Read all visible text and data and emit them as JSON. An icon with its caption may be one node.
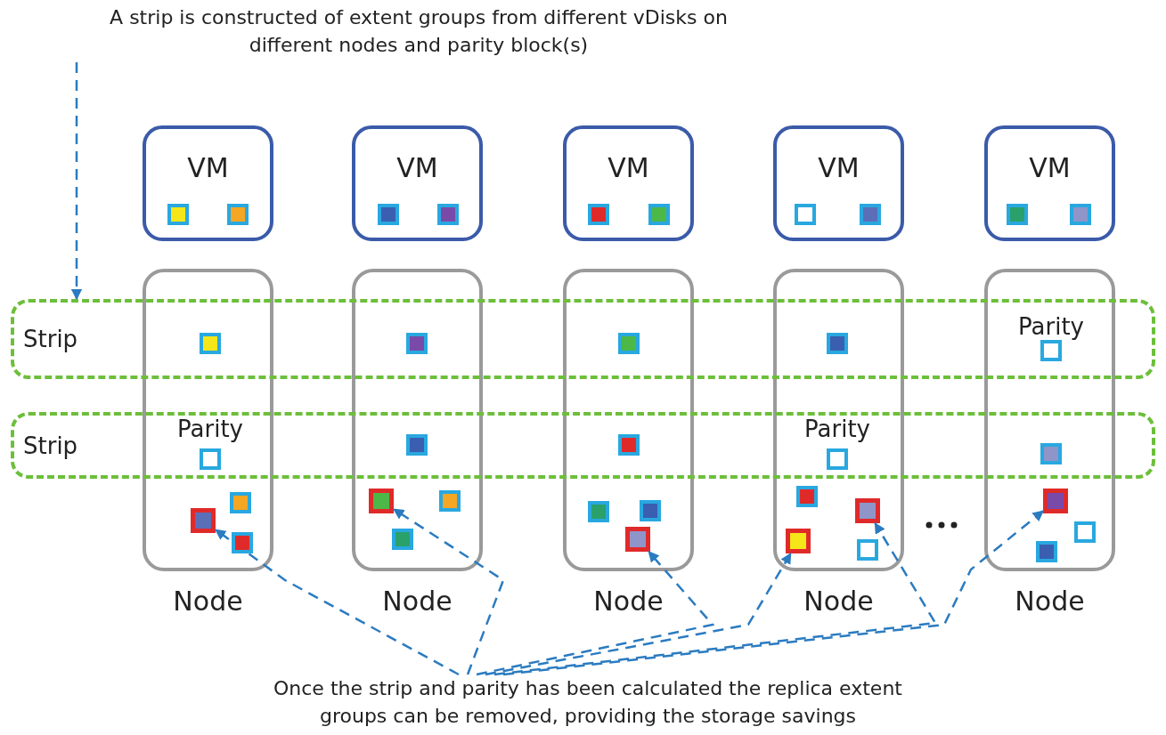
{
  "diagram": {
    "nodes": [
      {
        "text": [
          "A strip is constructed of extent groups from different vDisks on different nodes and parity block(s)"
        ]
      },
      {
        "text": [
          "VM"
        ]
      },
      {
        "text": [
          "VM"
        ]
      },
      {
        "text": [
          "VM"
        ]
      },
      {
        "text": [
          "VM"
        ]
      },
      {
        "text": [
          "VM"
        ]
      },
      {
        "text": [
          "Node"
        ]
      },
      {
        "text": [
          "Node"
        ]
      },
      {
        "text": [
          "Node"
        ]
      },
      {
        "text": [
          "Node"
        ]
      },
      {
        "text": [
          "Node"
        ]
      },
      {
        "text": [
          "Strip"
        ]
      },
      {
        "text": [
          "Strip"
        ]
      },
      {
        "text": [],
        "shape": "box",
        "in": 6
      },
      {
        "text": [],
        "shape": "box",
        "in": 7
      },
      {
        "text": [],
        "shape": "box",
        "in": 8
      },
      {
        "text": [],
        "shape": "box",
        "in": 9
      },
      {
        "text": [],
        "shape": "box",
        "in": 9
      },
      {
        "text": [],
        "shape": "box",
        "in": 10
      },
      {
        "text": [
          "Once the strip and parity has been calculated the replica extent groups can be removed, providing the storage savings"
        ]
      }
    ],
    "edges": [
      {
        "from": 0,
        "to": 11,
        "arrow": "to",
        "style": "dashed"
      },
      {
        "from": 19,
        "to": 13,
        "arrow": "to",
        "style": "dashed"
      },
      {
        "from": 19,
        "to": 14,
        "arrow": "to",
        "style": "dashed"
      },
      {
        "from": 19,
        "to": 15,
        "arrow": "to",
        "style": "dashed"
      },
      {
        "from": 19,
        "to": 16,
        "arrow": "to",
        "style": "dashed"
      },
      {
        "from": 19,
        "to": 17,
        "arrow": "to",
        "style": "dashed"
      },
      {
        "from": 19,
        "to": 18,
        "arrow": "to",
        "style": "dashed"
      }
    ],
    "labels": [
      "Parity",
      "Parity",
      "Parity"
    ]
  }
}
